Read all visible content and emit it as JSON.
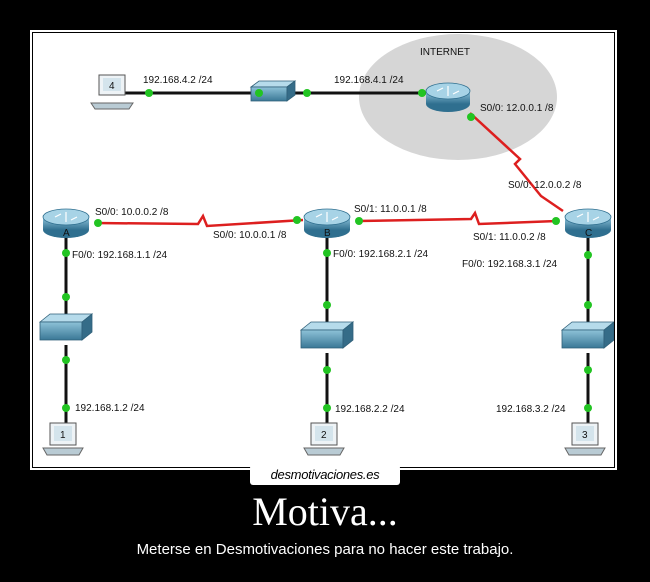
{
  "diagram": {
    "internet_label": "INTERNET",
    "pc_labels": {
      "pc1": "1",
      "pc2": "2",
      "pc3": "3",
      "pc4": "4"
    },
    "router_labels": {
      "a": "A",
      "b": "B",
      "c": "C"
    },
    "links": {
      "pc4_ip": "192.168.4.2 /24",
      "isp_lan": "192.168.4.1 /24",
      "isp_s00": "S0/0: 12.0.0.1 /8",
      "c_s00": "S0/0: 12.0.0.2 /8",
      "a_s00": "S0/0: 10.0.0.2 /8",
      "b_s00": "S0/0: 10.0.0.1 /8",
      "b_s01": "S0/1: 11.0.0.1 /8",
      "c_s01": "S0/1: 11.0.0.2 /8",
      "a_f00": "F0/0: 192.168.1.1 /24",
      "b_f00": "F0/0: 192.168.2.1 /24",
      "c_f00": "F0/0: 192.168.3.1 /24",
      "pc1_ip": "192.168.1.2 /24",
      "pc2_ip": "192.168.2.2 /24",
      "pc3_ip": "192.168.3.2 /24"
    },
    "colors": {
      "link_ok": "#22c422",
      "serial": "#dd1f1f",
      "cloud": "#d6d6d6",
      "device": "#4a8fb0"
    }
  },
  "watermark": "desmotivaciones.es",
  "poster": {
    "title": "Motiva...",
    "subtitle": "Meterse en Desmotivaciones para no hacer este trabajo."
  }
}
